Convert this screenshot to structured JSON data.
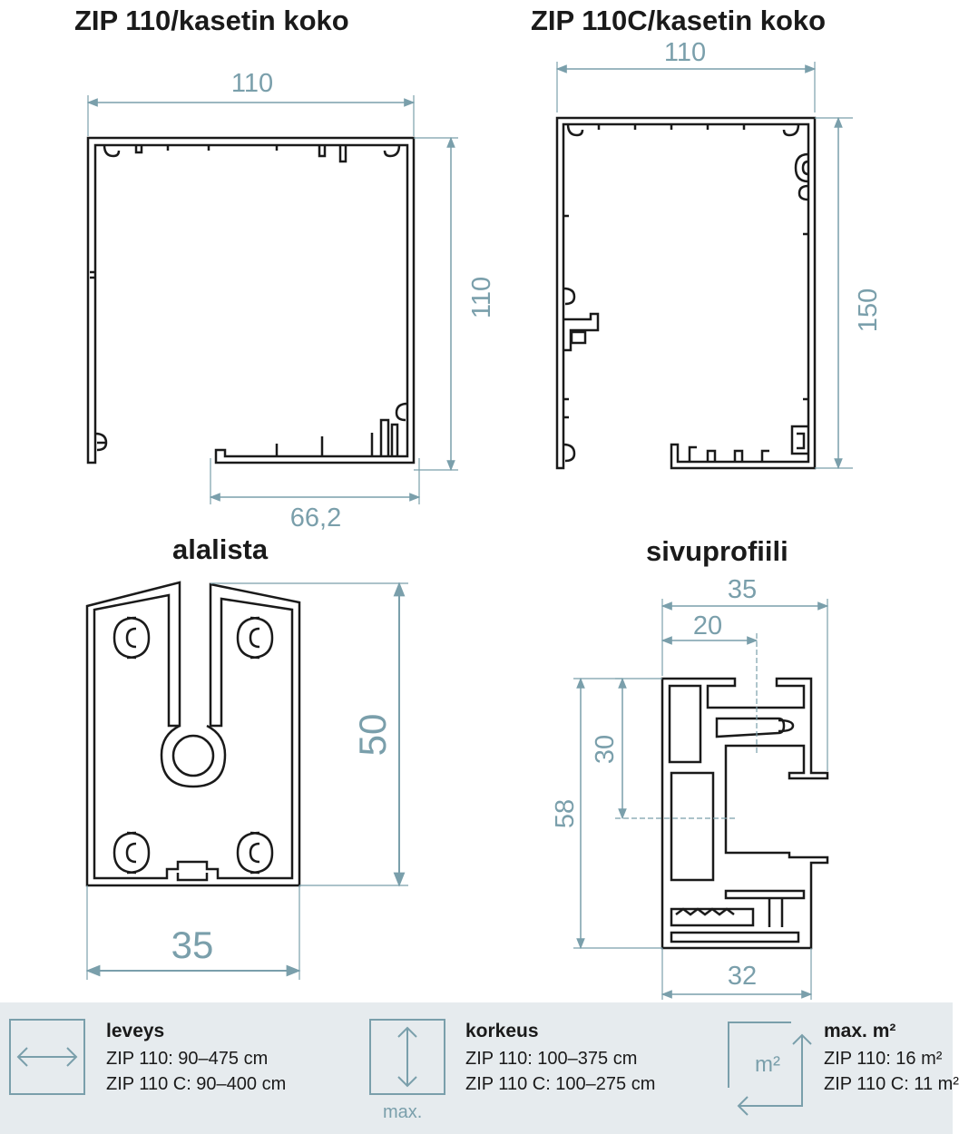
{
  "titles": {
    "zip110": "ZIP 110/kasetin koko",
    "zip110c": "ZIP 110C/kasetin koko",
    "alalista": "alalista",
    "sivuprofiili": "sivuprofiili"
  },
  "dimensions": {
    "zip110_width": "110",
    "zip110_height": "110",
    "zip110_opening": "66,2",
    "zip110c_width": "110",
    "zip110c_height": "150",
    "alalista_height": "50",
    "alalista_width": "35",
    "sivu_width_top": "35",
    "sivu_width_inner": "20",
    "sivu_height_inner": "30",
    "sivu_height_total": "58",
    "sivu_width_bottom": "32"
  },
  "specs": {
    "width": {
      "heading": "leveys",
      "line1": "ZIP 110: 90–475 cm",
      "line2": "ZIP 110 C: 90–400 cm"
    },
    "height": {
      "heading": "korkeus",
      "line1": "ZIP 110: 100–375 cm",
      "line2": "ZIP 110 C: 100–275 cm",
      "icon_label": "max."
    },
    "area": {
      "heading": "max. m²",
      "line1": "ZIP 110: 16 m²",
      "line2": "ZIP 110 C: 11 m²",
      "icon_label": "m²"
    }
  },
  "colors": {
    "dimension": "#7a9fab",
    "outline": "#1a1a1a",
    "infobar": "#e6ebee"
  }
}
